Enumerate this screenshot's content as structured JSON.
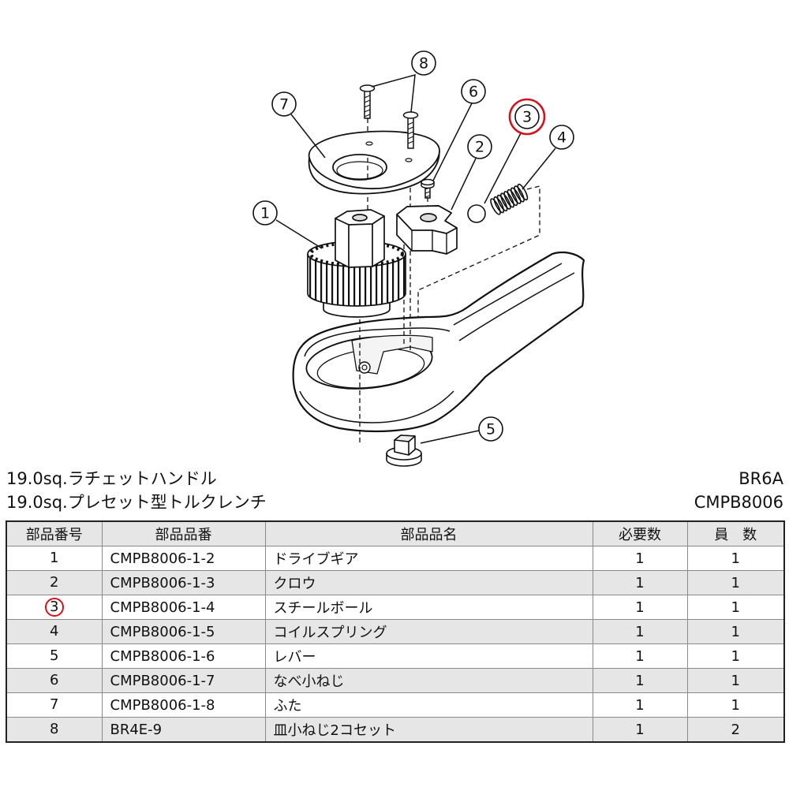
{
  "diagram": {
    "highlight_color": "#d3121c",
    "callouts": [
      {
        "label": "1",
        "highlighted": false
      },
      {
        "label": "2",
        "highlighted": false
      },
      {
        "label": "3",
        "highlighted": true
      },
      {
        "label": "4",
        "highlighted": false
      },
      {
        "label": "5",
        "highlighted": false
      },
      {
        "label": "6",
        "highlighted": false
      },
      {
        "label": "7",
        "highlighted": false
      },
      {
        "label": "8",
        "highlighted": false
      }
    ]
  },
  "header": {
    "title_line1": "19.0sq.ラチェットハンドル",
    "title_line2": "19.0sq.プレセット型トルクレンチ",
    "code_line1": "BR6A",
    "code_line2": "CMPB8006"
  },
  "table": {
    "stripe_color": "#e6e6e6",
    "columns": [
      "部品番号",
      "部品品番",
      "部品品名",
      "必要数",
      "員　数"
    ],
    "rows": [
      {
        "no": "1",
        "part_number": "CMPB8006-1-2",
        "name": "ドライブギア",
        "required": "1",
        "quantity": "1",
        "highlighted": false
      },
      {
        "no": "2",
        "part_number": "CMPB8006-1-3",
        "name": "クロウ",
        "required": "1",
        "quantity": "1",
        "highlighted": false
      },
      {
        "no": "3",
        "part_number": "CMPB8006-1-4",
        "name": "スチールボール",
        "required": "1",
        "quantity": "1",
        "highlighted": true
      },
      {
        "no": "4",
        "part_number": "CMPB8006-1-5",
        "name": "コイルスプリング",
        "required": "1",
        "quantity": "1",
        "highlighted": false
      },
      {
        "no": "5",
        "part_number": "CMPB8006-1-6",
        "name": "レバー",
        "required": "1",
        "quantity": "1",
        "highlighted": false
      },
      {
        "no": "6",
        "part_number": "CMPB8006-1-7",
        "name": "なべ小ねじ",
        "required": "1",
        "quantity": "1",
        "highlighted": false
      },
      {
        "no": "7",
        "part_number": "CMPB8006-1-8",
        "name": "ふた",
        "required": "1",
        "quantity": "1",
        "highlighted": false
      },
      {
        "no": "8",
        "part_number": "BR4E-9",
        "name": "皿小ねじ2コセット",
        "required": "1",
        "quantity": "2",
        "highlighted": false
      }
    ]
  }
}
